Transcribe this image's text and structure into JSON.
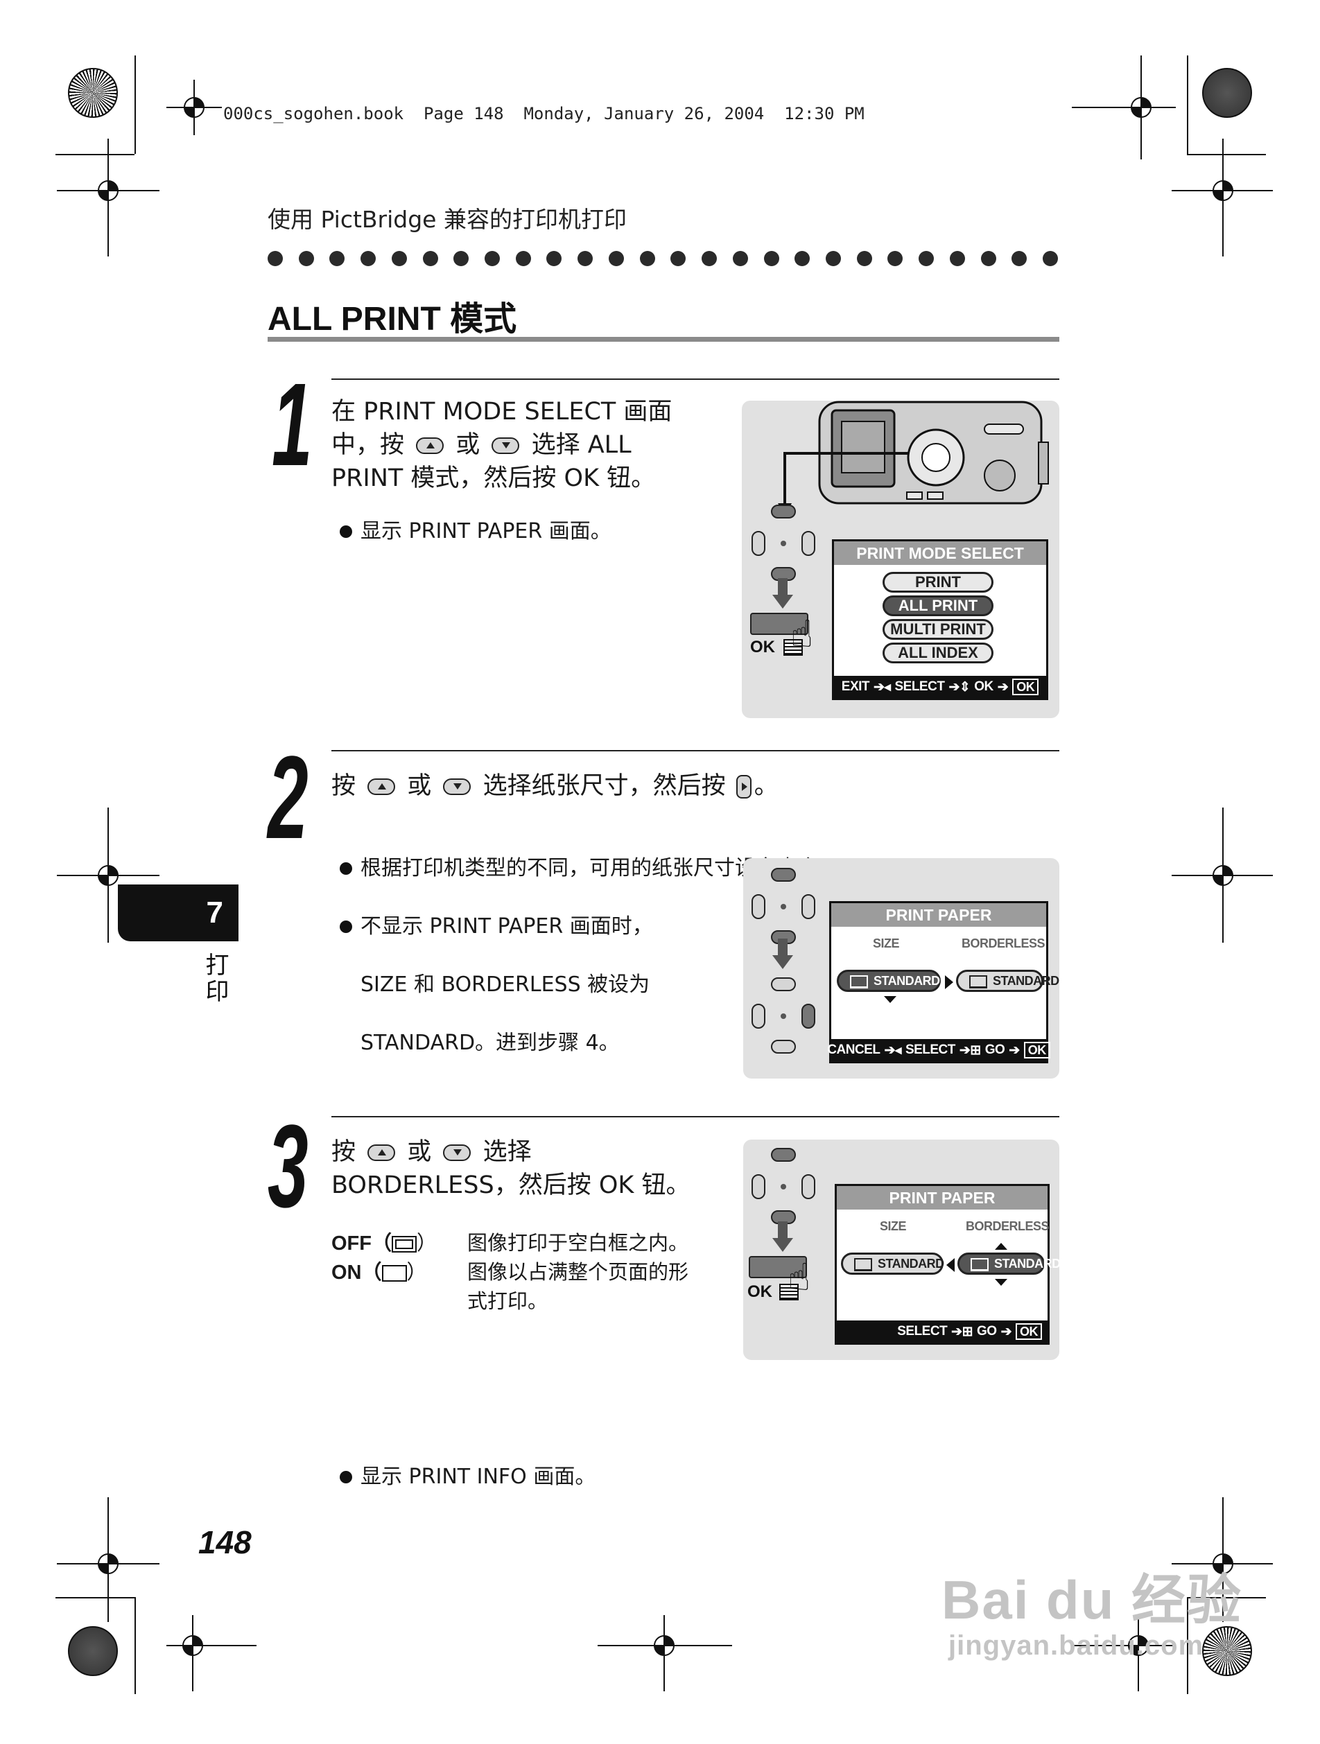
{
  "book_header": "000cs_sogohen.book  Page 148  Monday, January 26, 2004  12:30 PM",
  "running_head": "使用 PictBridge 兼容的打印机打印",
  "section_title": "ALL PRINT 模式",
  "steps": [
    {
      "number": "1",
      "text_lines": [
        "在 PRINT MODE SELECT 画面",
        "中，按",
        "或",
        "选择 ALL",
        "PRINT 模式，然后按 OK 钮。"
      ],
      "bullets": [
        "显示 PRINT PAPER 画面。"
      ],
      "screen": {
        "title": "PRINT  MODE  SELECT",
        "items": [
          "PRINT",
          "ALL  PRINT",
          "MULTI  PRINT",
          "ALL  INDEX"
        ],
        "selected_index": 1,
        "footer_exit": "EXIT",
        "footer_select": "SELECT",
        "footer_ok": "OK",
        "footer_okbox": "OK"
      },
      "ok_label": "OK"
    },
    {
      "number": "2",
      "text_parts": [
        "按",
        "或",
        "选择纸张尺寸，然后按",
        "。"
      ],
      "bullets": [
        "根据打印机类型的不同，可用的纸张尺寸设定也会不同。",
        "不显示 PRINT PAPER 画面时，",
        "SIZE 和 BORDERLESS 被设为",
        "STANDARD。进到步骤 4。"
      ],
      "screen": {
        "title": "PRINT PAPER",
        "label_size": "SIZE",
        "label_borderless": "BORDERLESS",
        "size_value": "STANDARD",
        "borderless_value": "STANDARD",
        "footer_cancel": "CANCEL",
        "footer_select": "SELECT",
        "footer_go": "GO",
        "footer_okbox": "OK"
      }
    },
    {
      "number": "3",
      "text_parts": [
        "按",
        "或",
        "选择",
        "BORDERLESS，然后按 OK 钮。"
      ],
      "options": [
        {
          "key": "OFF（",
          "close": "）",
          "desc": "图像打印于空白框之内。"
        },
        {
          "key": "ON（",
          "close": "）",
          "desc": "图像以占满整个页面的形",
          "desc2": "式打印。"
        }
      ],
      "bullets": [
        "显示 PRINT INFO 画面。"
      ],
      "screen": {
        "title": "PRINT PAPER",
        "label_size": "SIZE",
        "label_borderless": "BORDERLESS",
        "size_value": "STANDARD",
        "borderless_value": "STANDARD",
        "footer_select": "SELECT",
        "footer_go": "GO",
        "footer_okbox": "OK"
      },
      "ok_label": "OK"
    }
  ],
  "chapter": {
    "number": "7",
    "label": "打印"
  },
  "page_number": "148",
  "watermark": {
    "line1": "Bai du 经验",
    "line2": "jingyan.baidu.com"
  }
}
